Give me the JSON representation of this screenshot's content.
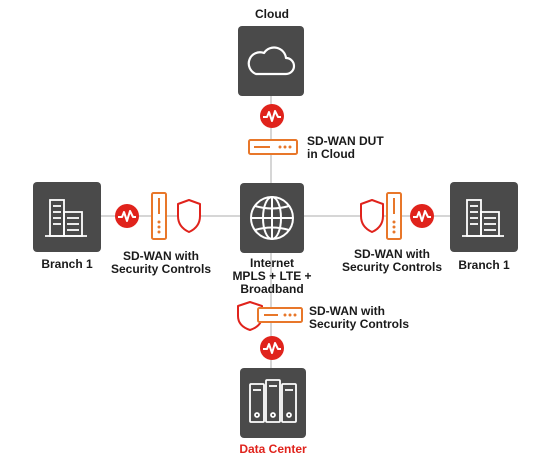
{
  "nodes": {
    "cloud": {
      "label": "Cloud",
      "icon": "cloud-icon"
    },
    "internet": {
      "label_line1": "Internet",
      "label_line2": "MPLS + LTE +",
      "label_line3": "Broadband",
      "icon": "globe-icon"
    },
    "branch_left": {
      "label": "Branch 1",
      "icon": "building-icon"
    },
    "branch_right": {
      "label": "Branch 1",
      "icon": "building-icon"
    },
    "data_center": {
      "label": "Data Center",
      "icon": "servers-icon"
    }
  },
  "devices": {
    "cloud_dut": {
      "label_line1": "SD-WAN DUT",
      "label_line2": "in Cloud",
      "icon": "sdwan-appliance-icon"
    },
    "left": {
      "label_line1": "SD-WAN with",
      "label_line2": "Security Controls",
      "icons": [
        "sdwan-appliance-icon",
        "shield-icon"
      ]
    },
    "right": {
      "label_line1": "SD-WAN with",
      "label_line2": "Security Controls",
      "icons": [
        "shield-icon",
        "sdwan-appliance-icon"
      ]
    },
    "bottom": {
      "label_line1": "SD-WAN with",
      "label_line2": "Security Controls",
      "icons": [
        "shield-icon",
        "sdwan-appliance-icon"
      ]
    }
  },
  "monitor_icon": "traffic-pulse-icon",
  "colors": {
    "node_fill": "#4a4a4a",
    "accent_red": "#e0231c",
    "appliance_orange": "#e8772a",
    "line_gray": "#c8c8c8",
    "data_center_label": "#e0231c"
  }
}
